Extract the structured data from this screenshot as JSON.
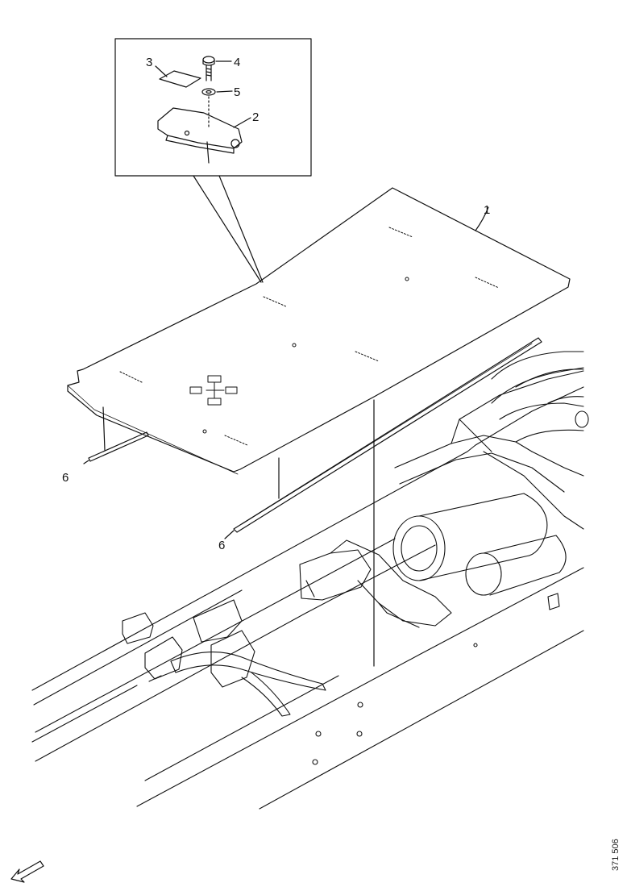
{
  "callouts": {
    "c1": "1",
    "c2": "2",
    "c3": "3",
    "c4": "4",
    "c5": "5",
    "c6a": "6",
    "c6b": "6"
  },
  "ref_code": "371 506",
  "front_arrow_icon": "arrow-front-left-icon",
  "colors": {
    "line": "#111111",
    "background": "#ffffff"
  }
}
